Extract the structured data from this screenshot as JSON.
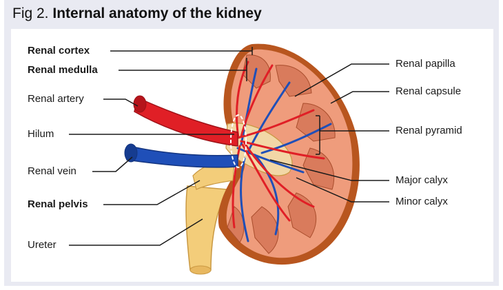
{
  "figure": {
    "prefix": "Fig 2.",
    "title": "Internal anatomy of the kidney"
  },
  "labels": {
    "renal_cortex": "Renal cortex",
    "renal_medulla": "Renal medulla",
    "renal_artery": "Renal artery",
    "hilum": "Hilum",
    "renal_vein": "Renal vein",
    "renal_pelvis": "Renal pelvis",
    "ureter": "Ureter",
    "renal_papilla": "Renal papilla",
    "renal_capsule": "Renal capsule",
    "renal_pyramid": "Renal pyramid",
    "major_calyx": "Major calyx",
    "minor_calyx": "Minor calyx"
  },
  "colors": {
    "artery": "#e01f26",
    "vein": "#1f4fb8",
    "capsule": "#b8561f",
    "cortex": "#ef9c7c",
    "pyramid": "#d97b5c",
    "calyx": "#f2d7a6",
    "ureter": "#f3cd7a"
  }
}
